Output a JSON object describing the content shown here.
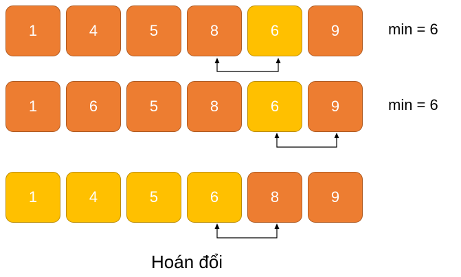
{
  "colors": {
    "unsorted": "#ed7d31",
    "highlight": "#ffc000"
  },
  "rows": [
    {
      "cells": [
        {
          "value": "1",
          "color": "orange"
        },
        {
          "value": "4",
          "color": "orange"
        },
        {
          "value": "5",
          "color": "orange"
        },
        {
          "value": "8",
          "color": "orange"
        },
        {
          "value": "6",
          "color": "yellow"
        },
        {
          "value": "9",
          "color": "orange"
        }
      ],
      "label": "min = 6",
      "swap": [
        3,
        4
      ]
    },
    {
      "cells": [
        {
          "value": "1",
          "color": "orange"
        },
        {
          "value": "6",
          "color": "orange"
        },
        {
          "value": "5",
          "color": "orange"
        },
        {
          "value": "8",
          "color": "orange"
        },
        {
          "value": "6",
          "color": "yellow"
        },
        {
          "value": "9",
          "color": "orange"
        }
      ],
      "label": "min = 6",
      "swap": [
        4,
        5
      ]
    },
    {
      "cells": [
        {
          "value": "1",
          "color": "yellow"
        },
        {
          "value": "4",
          "color": "yellow"
        },
        {
          "value": "5",
          "color": "yellow"
        },
        {
          "value": "6",
          "color": "yellow"
        },
        {
          "value": "8",
          "color": "orange"
        },
        {
          "value": "9",
          "color": "orange"
        }
      ],
      "label": "",
      "swap": [
        3,
        4
      ]
    }
  ],
  "caption": "Hoán đổi"
}
